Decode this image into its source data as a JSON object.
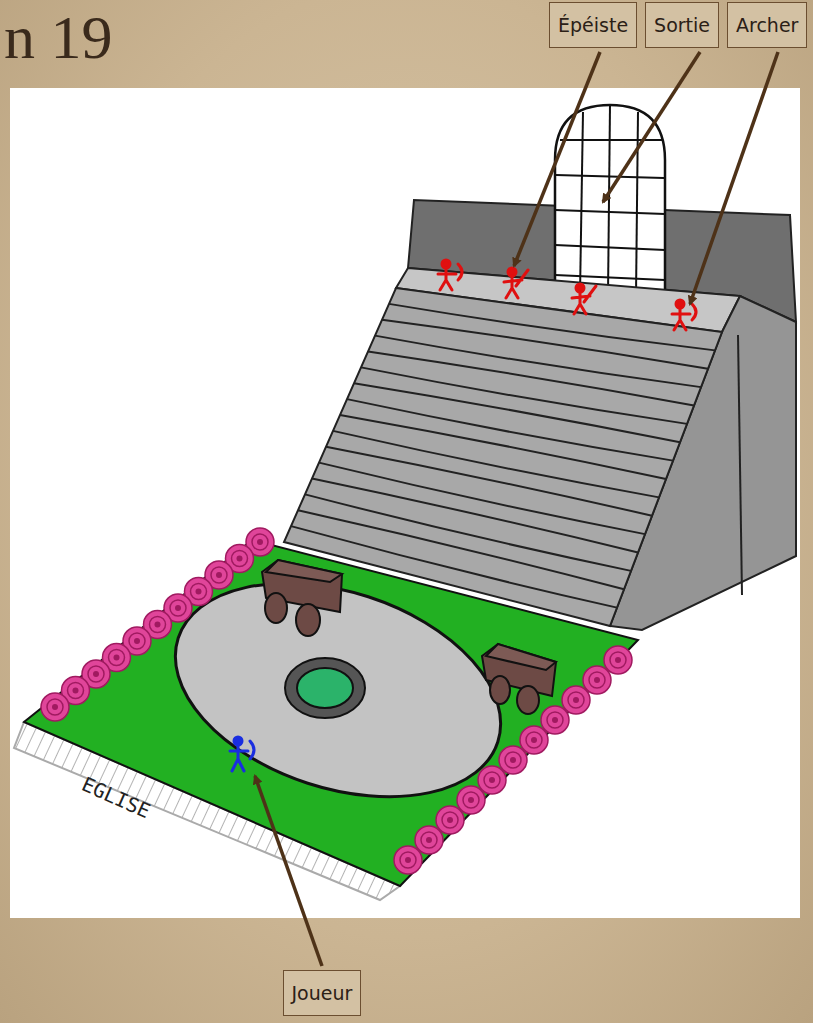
{
  "diagram": {
    "title": "n 19",
    "nodes": [
      {
        "text": [
          "Épéiste"
        ]
      },
      {
        "text": [
          "Sortie"
        ]
      },
      {
        "text": [
          "Archer"
        ]
      },
      {
        "text": [
          "Joueur"
        ]
      }
    ],
    "labels": [
      "EGLISE"
    ]
  }
}
